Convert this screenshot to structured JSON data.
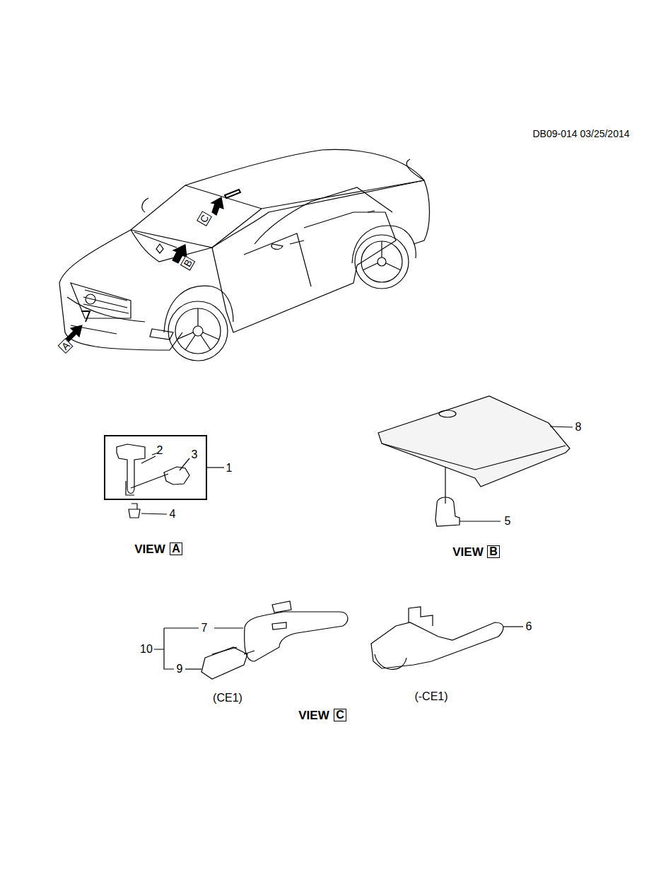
{
  "diagram": {
    "nodes": [
      {
        "text": [
          "2",
          "3"
        ]
      }
    ],
    "labels": [
      "DB09-014 03/25/2014",
      "A",
      "B",
      "C",
      "1",
      "4",
      "VIEW",
      "A",
      "8",
      "5",
      "VIEW",
      "B",
      "7",
      "10",
      "9",
      "6",
      "(CE1)",
      "(-CE1)",
      "VIEW",
      "C"
    ]
  }
}
